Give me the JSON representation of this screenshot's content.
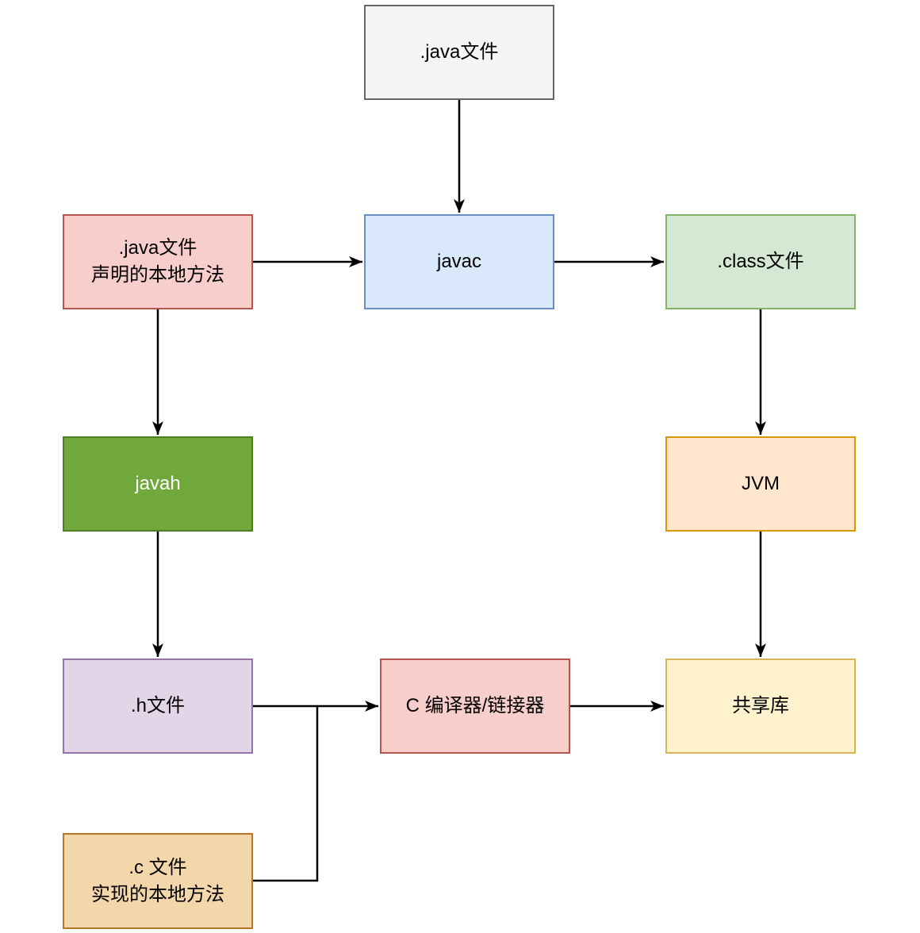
{
  "diagram": {
    "type": "flowchart",
    "background": "#ffffff",
    "arrow_color": "#000000",
    "nodes": {
      "java_file_top": {
        "label": ".java文件",
        "fill": "#f5f5f5",
        "stroke": "#666666",
        "text_color": "#000000"
      },
      "java_native_decl": {
        "line1": ".java文件",
        "line2": "声明的本地方法",
        "fill": "#f8cecc",
        "stroke": "#b85450",
        "text_color": "#000000"
      },
      "javac": {
        "label": "javac",
        "fill": "#dae8fc",
        "stroke": "#6c8ebf",
        "text_color": "#000000"
      },
      "class_file": {
        "label": ".class文件",
        "fill": "#d5e8d4",
        "stroke": "#82b366",
        "text_color": "#000000"
      },
      "javah": {
        "label": "javah",
        "fill": "#70a83c",
        "stroke": "#4f7e1f",
        "text_color": "#ffffff"
      },
      "jvm": {
        "label": "JVM",
        "fill": "#ffe6cc",
        "stroke": "#d79b00",
        "text_color": "#000000"
      },
      "h_file": {
        "label": ".h文件",
        "fill": "#e1d5e7",
        "stroke": "#9673a6",
        "text_color": "#000000"
      },
      "c_compiler": {
        "label": "C 编译器/链接器",
        "fill": "#f8cecc",
        "stroke": "#b85450",
        "text_color": "#000000"
      },
      "shared_lib": {
        "label": "共享库",
        "fill": "#fff2cc",
        "stroke": "#d6b656",
        "text_color": "#000000"
      },
      "c_file": {
        "line1": ".c 文件",
        "line2": "实现的本地方法",
        "fill": "#f4d6ab",
        "stroke": "#b6772c",
        "text_color": "#000000"
      }
    },
    "edges": [
      {
        "from": "java_file_top",
        "to": "javac",
        "arrowhead": true
      },
      {
        "from": "java_native_decl",
        "to": "javac",
        "arrowhead": true
      },
      {
        "from": "javac",
        "to": "class_file",
        "arrowhead": true
      },
      {
        "from": "class_file",
        "to": "jvm",
        "arrowhead": true
      },
      {
        "from": "java_native_decl",
        "to": "javah",
        "arrowhead": true
      },
      {
        "from": "javah",
        "to": "h_file",
        "arrowhead": true
      },
      {
        "from": "h_file",
        "to": "c_compiler",
        "arrowhead": true
      },
      {
        "from": "c_file",
        "to": "c_compiler",
        "arrowhead": false,
        "note": "merges into h_file-to-c_compiler line"
      },
      {
        "from": "c_compiler",
        "to": "shared_lib",
        "arrowhead": true
      },
      {
        "from": "jvm",
        "to": "shared_lib",
        "arrowhead": true
      }
    ]
  }
}
